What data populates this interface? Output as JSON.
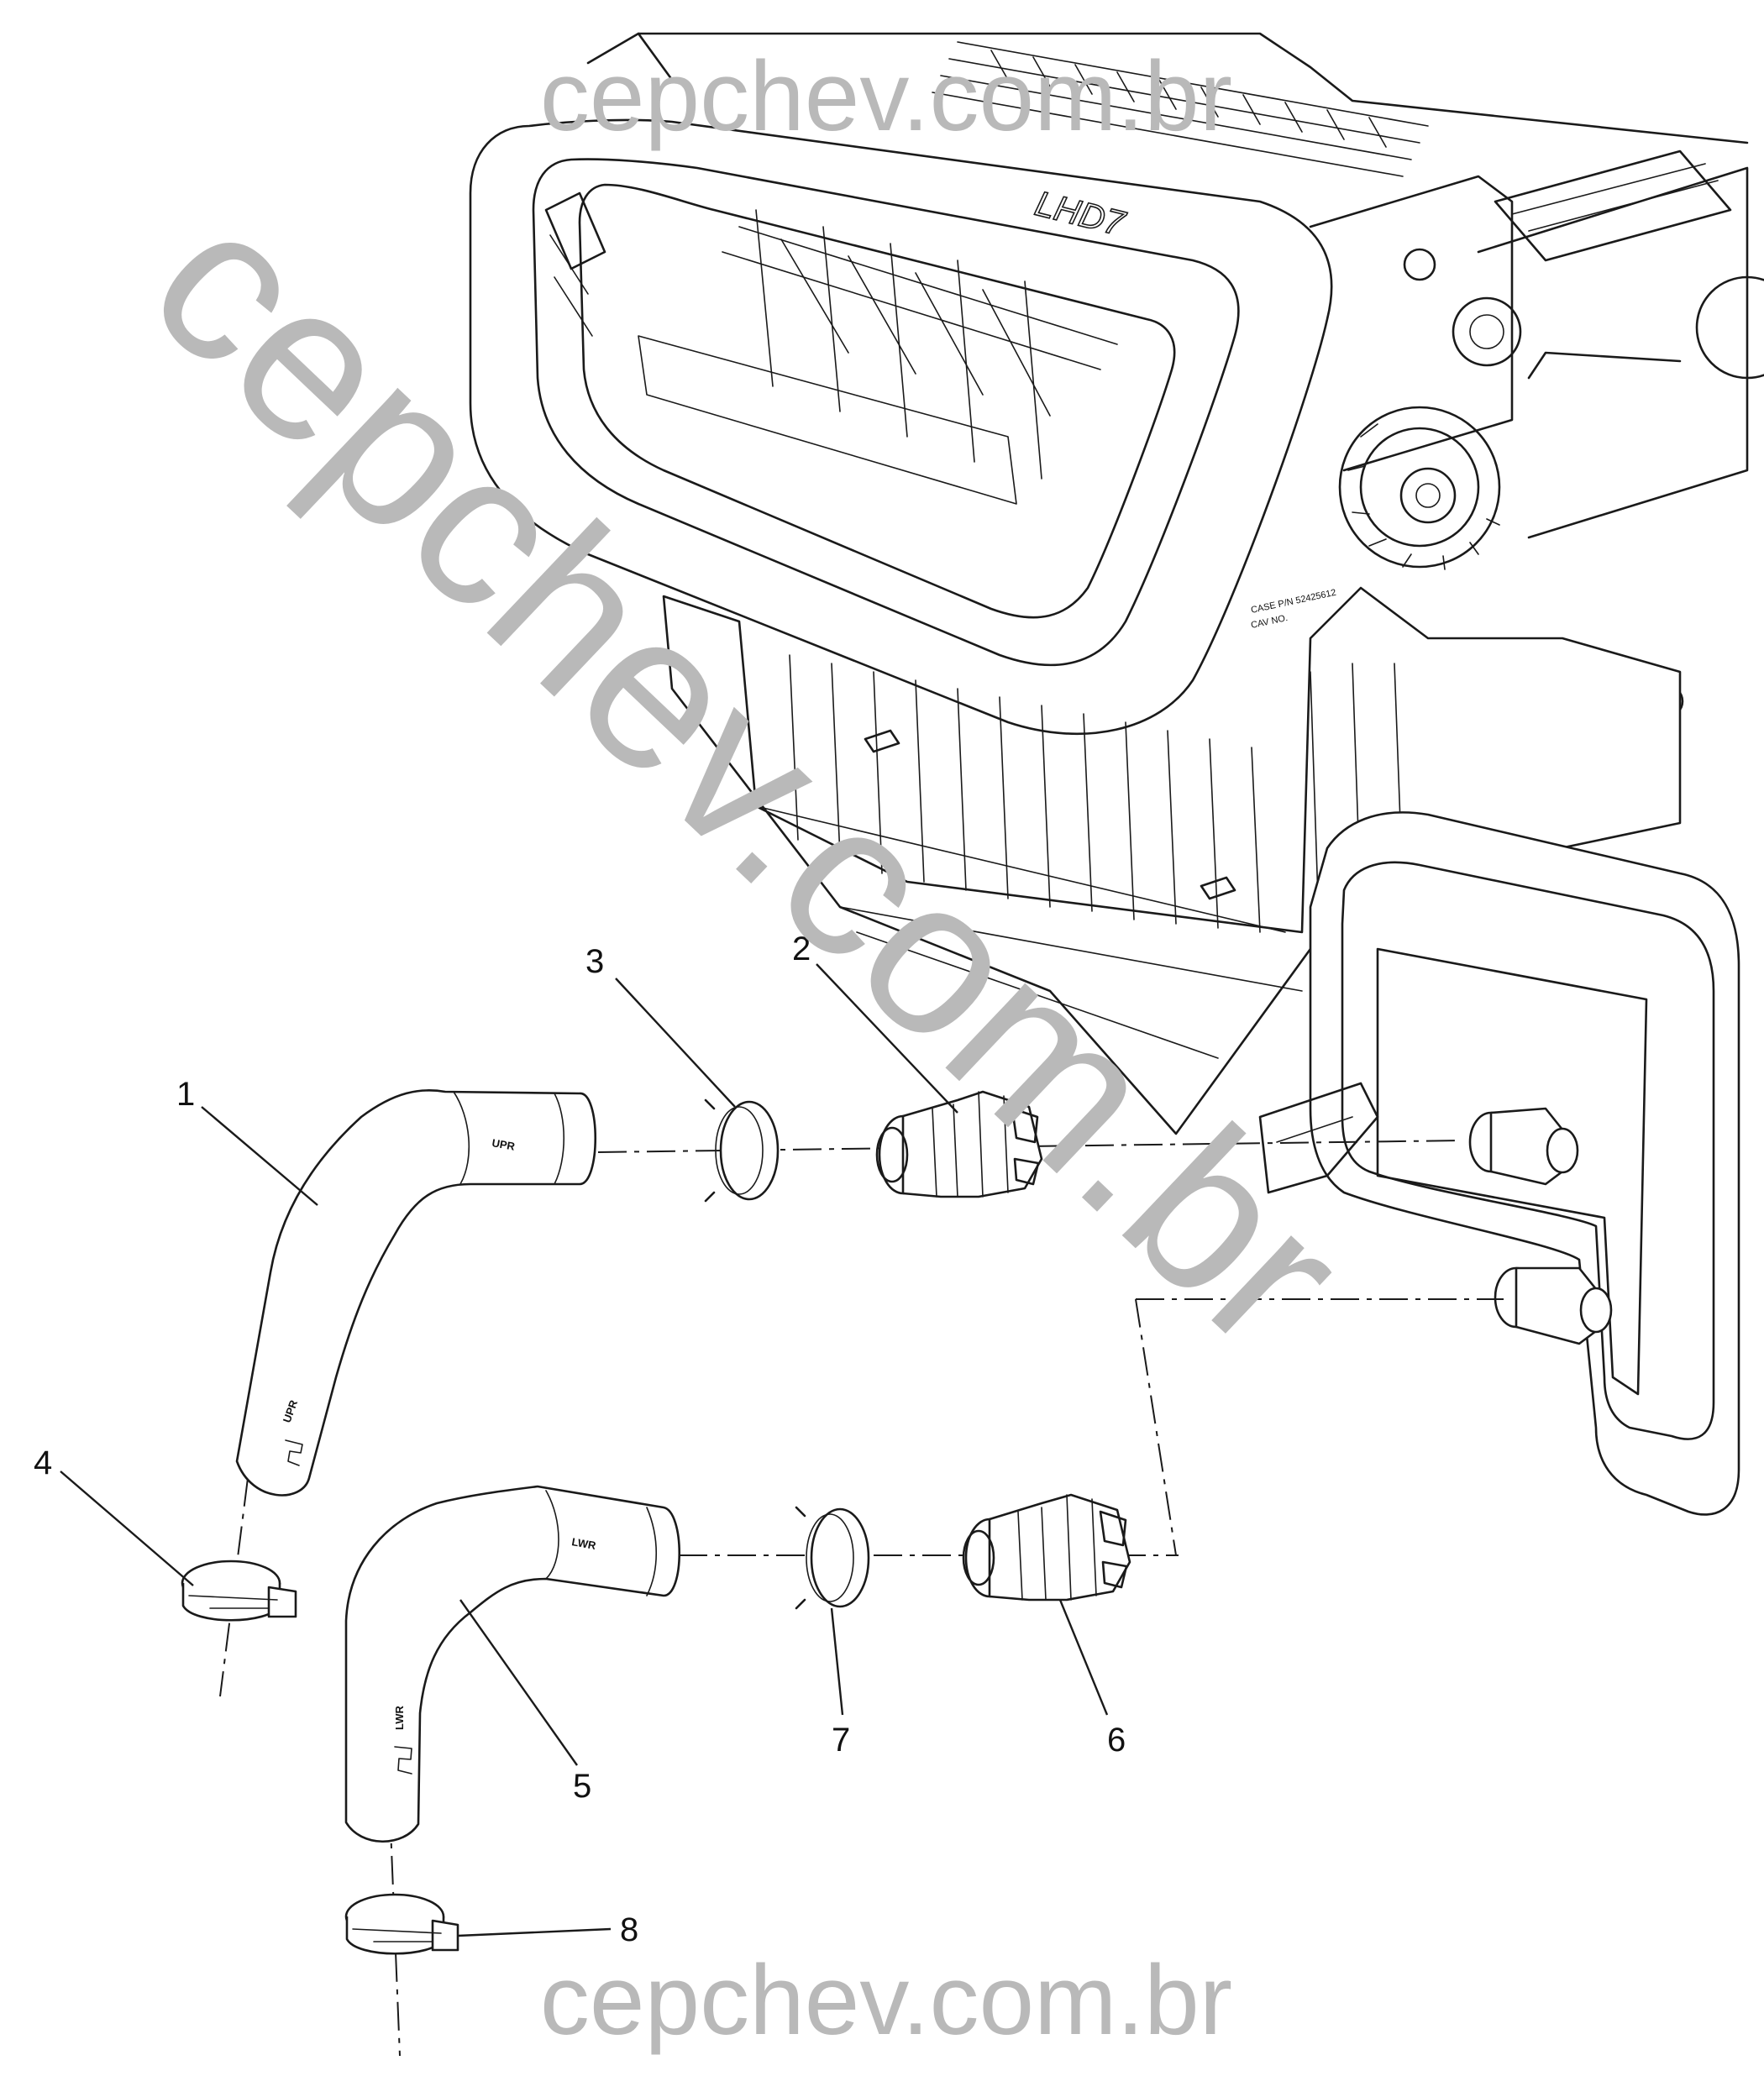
{
  "diagram": {
    "case_mark": "LHD7",
    "case_label_lines": [
      "CASE P/N 52425612",
      "CAV NO."
    ],
    "hose_marks": {
      "upper_end": "UPR",
      "upper_tail": "UPR",
      "lower_end": "LWR",
      "lower_tail": "LWR"
    },
    "callouts": [
      {
        "id": "1",
        "text": "1"
      },
      {
        "id": "2",
        "text": "2"
      },
      {
        "id": "3",
        "text": "3"
      },
      {
        "id": "4",
        "text": "4"
      },
      {
        "id": "5",
        "text": "5"
      },
      {
        "id": "6",
        "text": "6"
      },
      {
        "id": "7",
        "text": "7"
      },
      {
        "id": "8",
        "text": "8"
      }
    ]
  },
  "watermark": {
    "top": "cepchev.com.br",
    "diagonal": "cepchev.com.br",
    "bottom": "cepchev.com.br"
  },
  "colors": {
    "line": "#1a1a1a",
    "watermark": "#b9b9b9",
    "background": "#ffffff"
  }
}
